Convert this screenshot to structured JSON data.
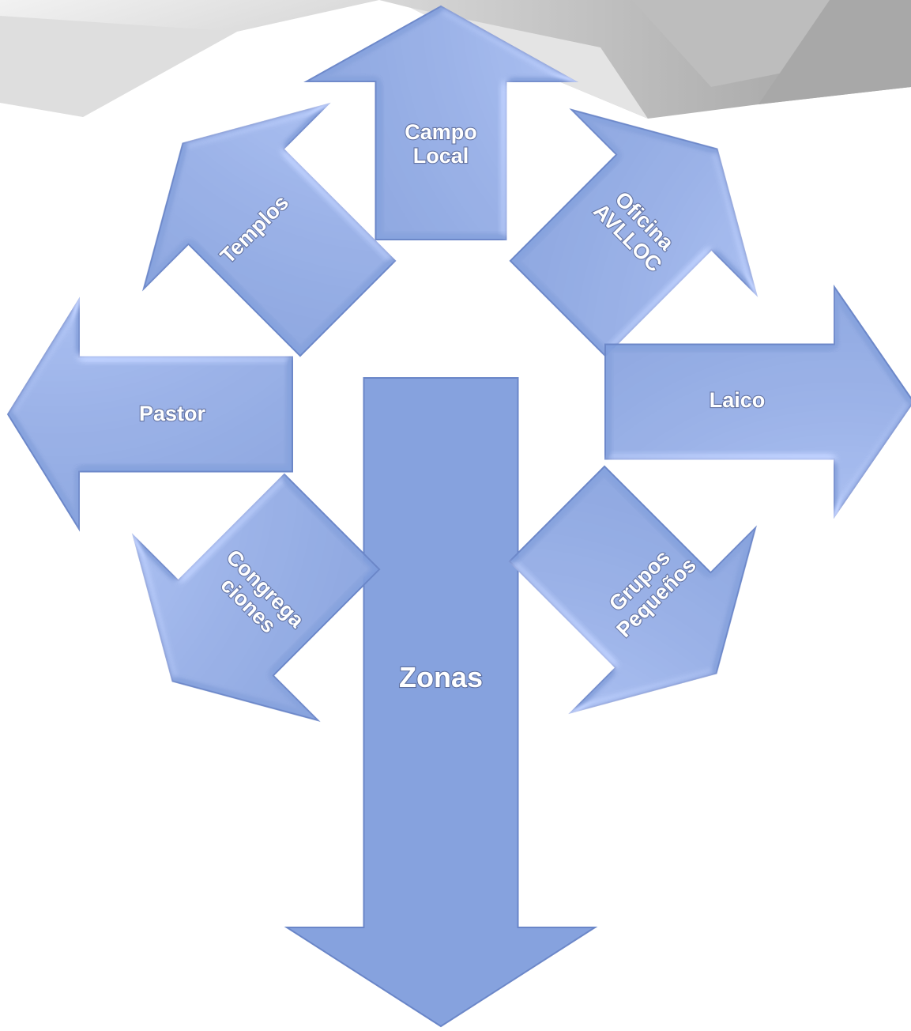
{
  "diagram": {
    "center": {
      "label": "Zonas",
      "icon": "arrow-down-icon"
    },
    "arrows": [
      {
        "id": "campo-local",
        "direction": "up",
        "lines": [
          "Campo",
          "Local"
        ]
      },
      {
        "id": "oficina-avlloc",
        "direction": "up-right",
        "lines": [
          "Oficina",
          "AVLLOC"
        ]
      },
      {
        "id": "laico",
        "direction": "right",
        "lines": [
          "Laico"
        ]
      },
      {
        "id": "grupos-pequenos",
        "direction": "down-right",
        "lines": [
          "Grupos",
          "Pequeños"
        ]
      },
      {
        "id": "congregaciones",
        "direction": "down-left",
        "lines": [
          "Congrega",
          "ciones"
        ]
      },
      {
        "id": "pastor",
        "direction": "left",
        "lines": [
          "Pastor"
        ]
      },
      {
        "id": "templos",
        "direction": "up-left",
        "lines": [
          "Templos"
        ]
      }
    ]
  },
  "colors": {
    "arrow_fill": "#7d9bdc",
    "arrow_stroke": "#6a86c8",
    "label_text": "#ffffff",
    "background": "#ffffff",
    "decor_gray": "#c9c9c9"
  }
}
